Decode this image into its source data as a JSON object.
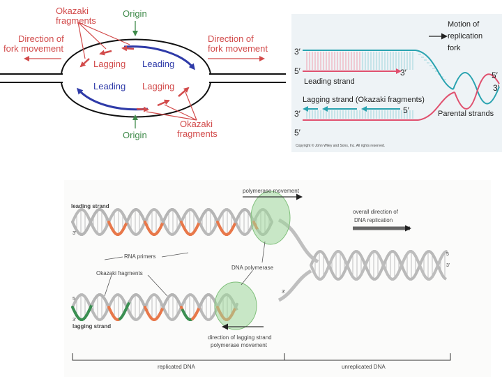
{
  "colors": {
    "red": "#d24b4b",
    "blue": "#2e3aa8",
    "green": "#3f8a4a",
    "teal": "#2aa3b0",
    "pink": "#e0506e",
    "orange": "#e8784a",
    "helix_green": "#3b8f52",
    "polymerase": "#9fd79a"
  },
  "bubble": {
    "okazaki_top": [
      "Okazaki",
      "fragments"
    ],
    "origin_top": "Origin",
    "dir_left": [
      "Direction of",
      "fork movement"
    ],
    "dir_right": [
      "Direction of",
      "fork movement"
    ],
    "lagging_top": "Lagging",
    "leading_top": "Leading",
    "leading_bottom": "Leading",
    "lagging_bottom": "Lagging",
    "okazaki_bottom": [
      "Okazaki",
      "fragments"
    ],
    "origin_bottom": "Origin"
  },
  "fork": {
    "motion": [
      "Motion of",
      "replication",
      "fork"
    ],
    "p3_top": "3′",
    "p5_second": "5′",
    "leading_strand": "Leading strand",
    "p3_mid": "3′",
    "p5_right": "5′",
    "p3_right": "3′",
    "lagging_strand": "Lagging strand (Okazaki fragments)",
    "p3_low": "3′",
    "p5_low": "5′",
    "parental": "Parental strands",
    "p5_bottom": "5′",
    "copyright": "Copyright © John Wiley and Sons, Inc. All rights reserved."
  },
  "helix": {
    "polymerase_movement": "polymerase movement",
    "leading_strand": "leading strand",
    "overall": [
      "overall direction of",
      "DNA replication"
    ],
    "rna_primers": "RNA primers",
    "dna_polymerase": "DNA polymerase",
    "okazaki": "Okazaki fragments",
    "lagging_strand": "lagging strand",
    "dir_lagging": [
      "direction of lagging strand",
      "polymerase movement"
    ],
    "replicated": "replicated DNA",
    "unreplicated": "unreplicated DNA",
    "end5_a": "5",
    "end3_a": "3'",
    "end3_b": "3'",
    "end5_b": "5",
    "end3_c": "3'",
    "end3_d": "3'"
  }
}
